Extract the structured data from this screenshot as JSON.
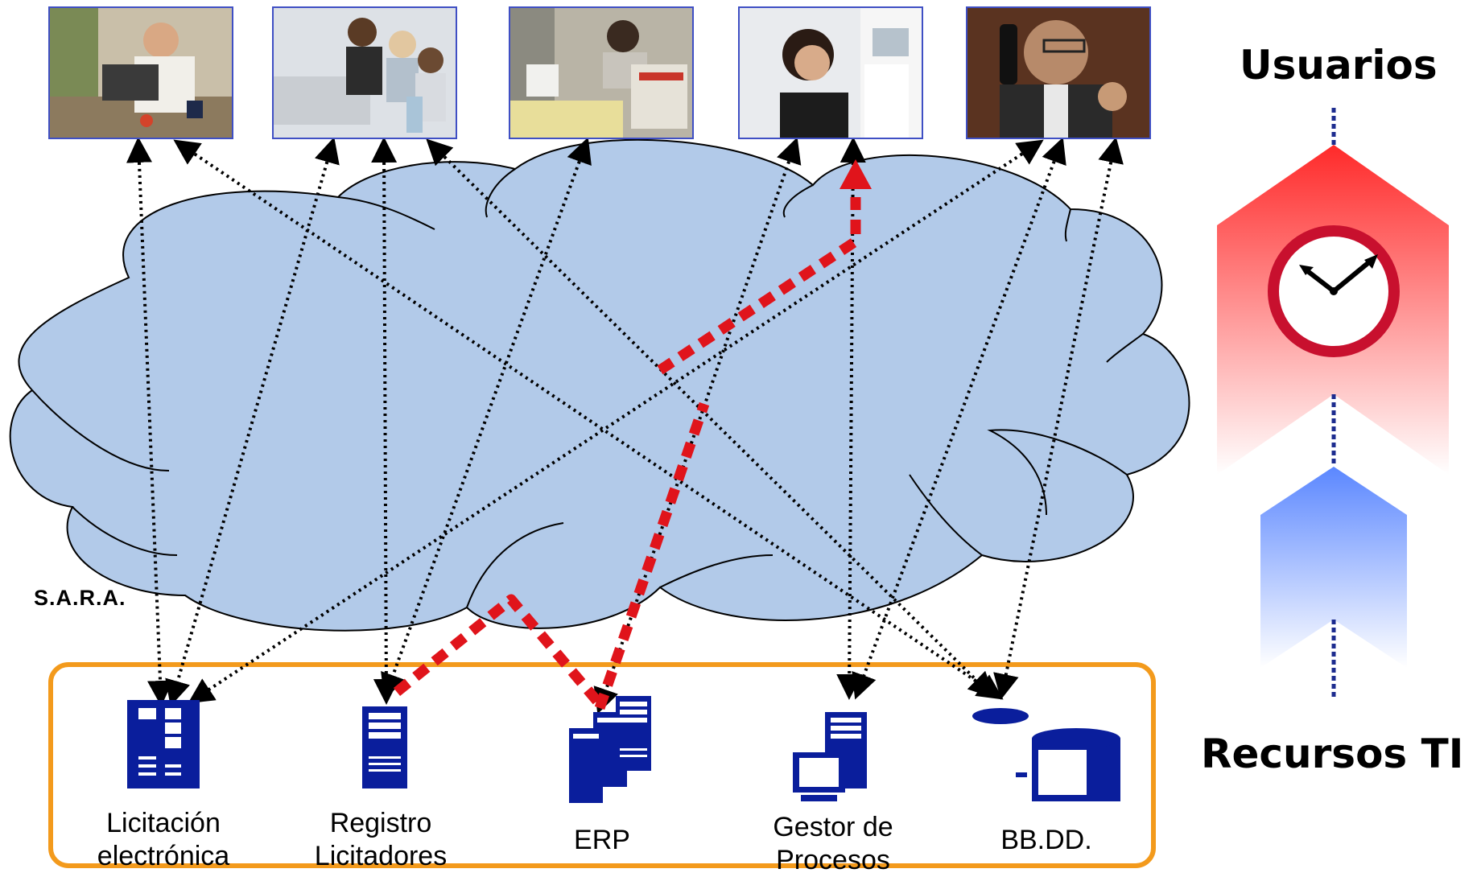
{
  "network_label": "S.A.R.A.",
  "side": {
    "top_label": "Usuarios",
    "bottom_label": "Recursos TI"
  },
  "users": [
    {
      "icon": "man-laptop-phone-photo"
    },
    {
      "icon": "group-meeting-photo"
    },
    {
      "icon": "stressed-woman-desk-photo"
    },
    {
      "icon": "woman-computer-photo"
    },
    {
      "icon": "older-man-phone-photo"
    }
  ],
  "resources": [
    {
      "line1": "Licitación",
      "line2": "electrónica",
      "icon": "server-rack-icon"
    },
    {
      "line1": "Registro",
      "line2": "Licitadores",
      "icon": "server-tower-icon"
    },
    {
      "line1": "ERP",
      "line2": "",
      "icon": "server-cluster-icon"
    },
    {
      "line1": "Gestor de",
      "line2": "Procesos",
      "icon": "workstation-server-icon"
    },
    {
      "line1": "BB.DD.",
      "line2": "",
      "icon": "database-icon"
    }
  ],
  "colors": {
    "cloud": "#b2cae9",
    "frame": "#f39a1c",
    "highlight_path": "#e0141b",
    "icon_blue": "#0a1e9c",
    "upper_arrow": "#ff2a2a",
    "lower_arrow": "#5b87ff",
    "photo_border": "#3f4fc4"
  }
}
